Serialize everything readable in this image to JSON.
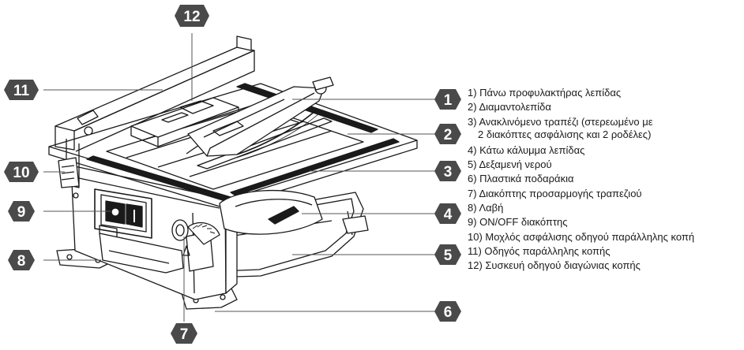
{
  "callouts": [
    {
      "number": "1"
    },
    {
      "number": "2"
    },
    {
      "number": "3"
    },
    {
      "number": "4"
    },
    {
      "number": "5"
    },
    {
      "number": "6"
    },
    {
      "number": "7"
    },
    {
      "number": "8"
    },
    {
      "number": "9"
    },
    {
      "number": "10"
    },
    {
      "number": "11"
    },
    {
      "number": "12"
    }
  ],
  "legend": [
    {
      "text": "1) Πάνω προφυλακτήρας λεπίδας"
    },
    {
      "text": "2) Διαμαντολεπίδα"
    },
    {
      "text": "3) Ανακλινόμενο τραπέζι (στερεωμένο με",
      "cont": "2 διακόπτες ασφάλισης και 2 ροδέλες)"
    },
    {
      "text": "4) Κάτω κάλυμμα λεπίδας"
    },
    {
      "text": "5) Δεξαμενή νερού"
    },
    {
      "text": "6) Πλαστικά ποδαράκια"
    },
    {
      "text": "7) Διακόπτης προσαρμογής τραπεζιού"
    },
    {
      "text": "8) Λαβή"
    },
    {
      "text": "9) ON/OFF διακόπτης"
    },
    {
      "text": "10) Μοχλός ασφάλισης οδηγού παράλληλης κοπή"
    },
    {
      "text": "11) Οδηγός παράλληλης κοπής"
    },
    {
      "text": "12) Συσκευή οδηγού διαγώνιας κοπής"
    }
  ],
  "colors": {
    "badge": "#4a4a4a",
    "line": "#1a1a1a",
    "leader": "#555555"
  }
}
